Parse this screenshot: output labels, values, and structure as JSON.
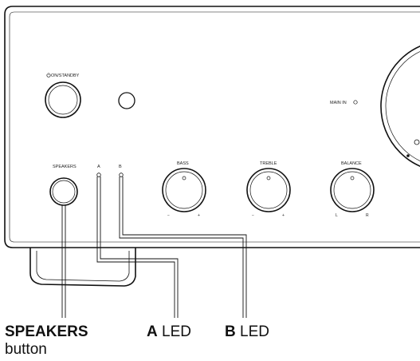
{
  "panel": {
    "power_label": "ON/STANDBY",
    "speakers_label": "SPEAKERS",
    "led_a_label": "A",
    "led_b_label": "B",
    "main_in_label": "MAIN IN",
    "knobs": {
      "bass": {
        "label": "BASS",
        "left": "−",
        "right": "+"
      },
      "treble": {
        "label": "TREBLE",
        "left": "−",
        "right": "+"
      },
      "balance": {
        "label": "BALANCE",
        "left": "L",
        "right": "R"
      }
    }
  },
  "callouts": {
    "speakers": {
      "bold": "SPEAKERS",
      "rest": "button"
    },
    "a_led": {
      "bold": "A",
      "rest": "LED"
    },
    "b_led": {
      "bold": "B",
      "rest": "LED"
    }
  }
}
